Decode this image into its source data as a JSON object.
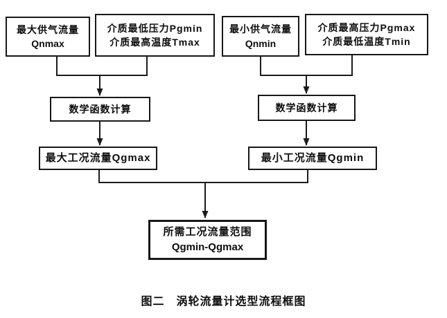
{
  "diagram": {
    "caption": "图二　涡轮流量计选型流程框图",
    "colors": {
      "line": "#1a1a1a",
      "background": "#ffffff",
      "text": "#0d0d0d"
    },
    "nodes": {
      "qnmax": {
        "line1": "最大供气流量",
        "line2": "Qnmax"
      },
      "pgmin_tmax": {
        "line1": "介质最低压力Pgmin",
        "line2": "介质最高温度Tmax"
      },
      "qnmin": {
        "line1": "最小供气流量",
        "line2": "Qnmin"
      },
      "pgmax_tmin": {
        "line1": "介质最高压力Pgmax",
        "line2": "介质最低温度Tmin"
      },
      "calc_left": {
        "line1": "数学函数计算"
      },
      "calc_right": {
        "line1": "数学函数计算"
      },
      "qgmax": {
        "line1": "最大工况流量Qgmax"
      },
      "qgmin": {
        "line1": "最小工况流量Qgmin"
      },
      "range": {
        "line1": "所需工况流量范围",
        "line2": "Qgmin-Qgmax"
      }
    }
  }
}
